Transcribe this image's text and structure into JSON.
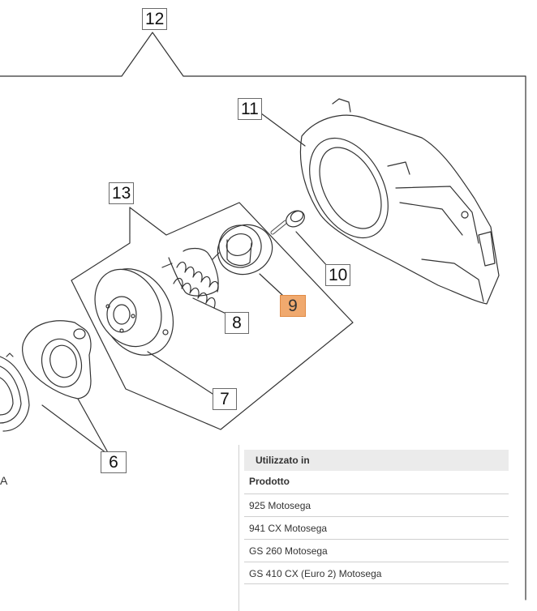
{
  "callouts": {
    "c12": "12",
    "c11": "11",
    "c13": "13",
    "c10": "10",
    "c9": "9",
    "c8": "8",
    "c7": "7",
    "c6": "6"
  },
  "highlight_color": "#f0a96e",
  "table": {
    "title": "Utilizzato in",
    "column": "Prodotto",
    "rows": [
      "925 Motosega",
      "941 CX Motosega",
      "GS 260 Motosega",
      "GS 410 CX (Euro 2) Motosega"
    ]
  },
  "edge_glyph": "A"
}
